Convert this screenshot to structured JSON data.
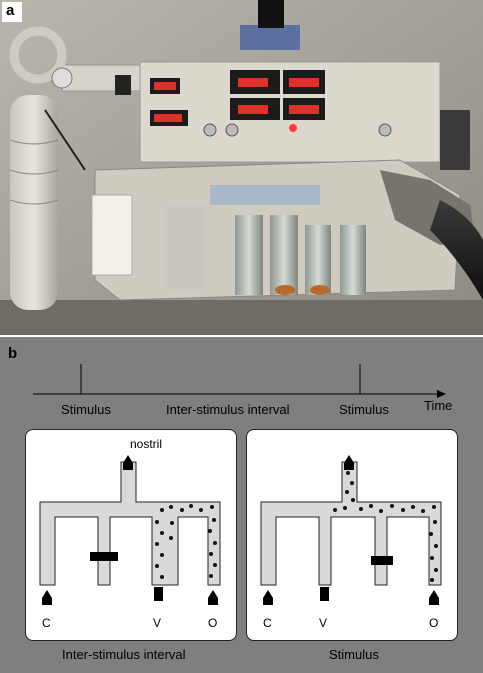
{
  "panels": {
    "a": {
      "letter": "a"
    },
    "b": {
      "letter": "b"
    }
  },
  "timeline": {
    "labels": [
      "Stimulus",
      "Inter-stimulus interval",
      "Stimulus"
    ],
    "axis_label": "Time"
  },
  "diagram_left": {
    "top_label": "nostril",
    "channel_labels": [
      "C",
      "V",
      "O"
    ],
    "caption": "Inter-stimulus interval"
  },
  "diagram_right": {
    "channel_labels": [
      "C",
      "V",
      "O"
    ],
    "caption": "Stimulus"
  },
  "colors": {
    "panel_b_bg": "#7f7f7f",
    "tube": "#d9d9d9",
    "dot": "#111111"
  }
}
